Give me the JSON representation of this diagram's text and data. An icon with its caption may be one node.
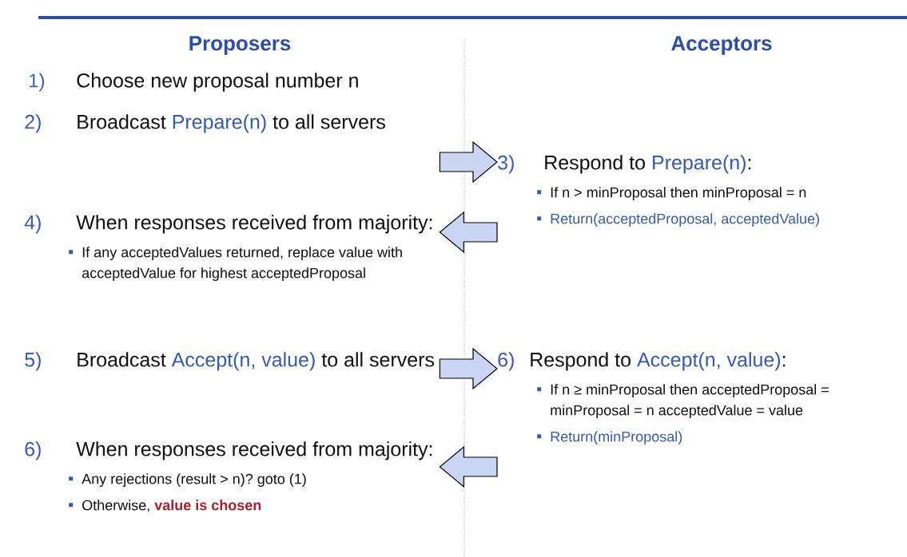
{
  "diagram": {
    "nodes": [
      {
        "text": [
          "2)",
          "Broadcast",
          "Prepare(n)",
          "to all servers"
        ]
      },
      {
        "text": [
          "3)",
          "Respond to",
          "Prepare(n)",
          ":",
          "If n > minProposal then minProposal = n",
          "Return(acceptedProposal, acceptedValue)"
        ]
      },
      {
        "text": [
          "4)",
          "When responses received from majority:",
          "If any acceptedValues returned, replace value with acceptedValue for highest acceptedProposal"
        ]
      },
      {
        "text": [
          "5)",
          "Broadcast",
          "Accept(n, value)",
          "to all servers"
        ]
      },
      {
        "text": [
          "6)",
          "Respond to",
          "Accept(n, value)",
          ":",
          "If n ≥ minProposal then acceptedProposal = minProposal = n acceptedValue = value",
          "Return(minProposal)"
        ]
      },
      {
        "text": [
          "6)",
          "When responses received from majority:",
          "Any rejections (result > n)?  goto (1)",
          "Otherwise,",
          "value is chosen"
        ]
      }
    ],
    "edges": [
      {
        "from": 0,
        "to": 1,
        "arrow": "to"
      },
      {
        "from": 1,
        "to": 2,
        "arrow": "to"
      },
      {
        "from": 3,
        "to": 4,
        "arrow": "to"
      },
      {
        "from": 4,
        "to": 5,
        "arrow": "to"
      }
    ],
    "labels": [
      "Proposers",
      "Acceptors",
      "1)",
      "Choose new proposal number n"
    ]
  }
}
